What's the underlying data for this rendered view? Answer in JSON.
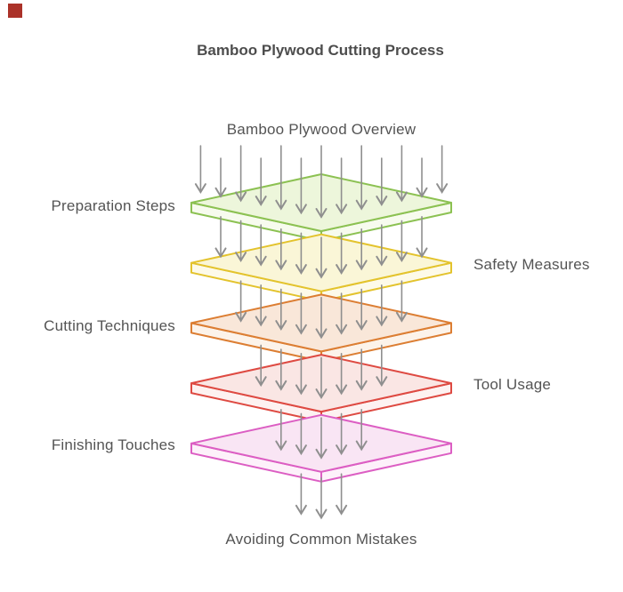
{
  "window": {
    "background": "#ffffff",
    "corner_marker_color": "#ab3229"
  },
  "title": {
    "text": "Bamboo Plywood Cutting Process",
    "color": "#4d4d4d"
  },
  "diagram": {
    "type": "layered-stack-flow",
    "source_label": "Bamboo Plywood Overview",
    "sink_label": "Avoiding Common Mistakes",
    "label_color": "#545454",
    "arrow_color": "#8f8f8f",
    "arrow_rows": [
      13,
      11,
      9,
      7,
      5,
      3
    ],
    "layers": [
      {
        "label": "Preparation Steps",
        "side": "left",
        "border": "#8cc152",
        "top_fill": "#edf6db",
        "front_fill": "#f7fbee"
      },
      {
        "label": "Safety Measures",
        "side": "right",
        "border": "#e3c32d",
        "top_fill": "#faf6d7",
        "front_fill": "#fdfae9"
      },
      {
        "label": "Cutting Techniques",
        "side": "left",
        "border": "#dc7e33",
        "top_fill": "#f9e7d9",
        "front_fill": "#fcf3ea"
      },
      {
        "label": "Tool Usage",
        "side": "right",
        "border": "#de4a42",
        "top_fill": "#fae6e4",
        "front_fill": "#fdf2f1"
      },
      {
        "label": "Finishing Touches",
        "side": "left",
        "border": "#dc5ec3",
        "top_fill": "#f9e5f4",
        "front_fill": "#fdf1fa"
      }
    ]
  }
}
